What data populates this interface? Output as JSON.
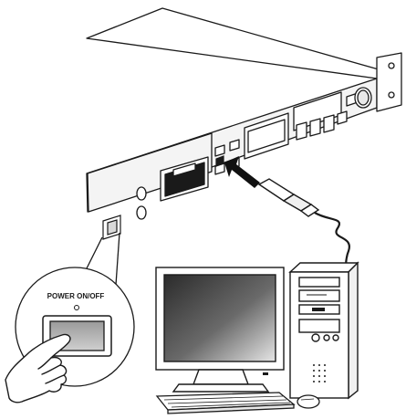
{
  "callout": {
    "label": "POWER ON/OFF"
  },
  "colors": {
    "line": "#1a1a1a",
    "panel_shade": "#d9d9d9",
    "arrow": "#111111",
    "monitor_screen_dark": "#2b2b2b",
    "monitor_screen_light": "#e6e6e6"
  },
  "icons": [
    "rack-device",
    "power-switch",
    "usb-port",
    "usb-cable",
    "direction-arrow",
    "computer-monitor",
    "tower-case",
    "keyboard",
    "mouse",
    "pointing-hand"
  ]
}
